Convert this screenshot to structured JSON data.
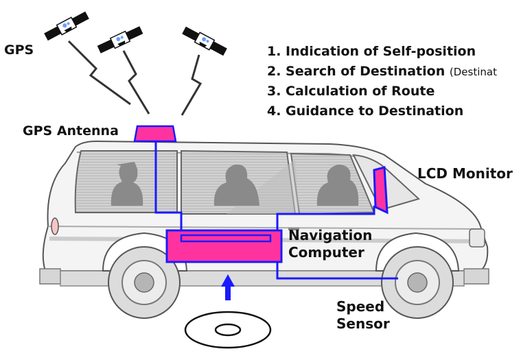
{
  "labels": {
    "gps": "GPS",
    "gps_antenna": "GPS Antenna",
    "lcd_monitor": "LCD Monitor",
    "nav_computer_line1": "Navigation",
    "nav_computer_line2": "Computer",
    "speed_sensor_line1": "Speed",
    "speed_sensor_line2": "Sensor"
  },
  "steps": [
    {
      "text": "1. Indication of Self-position",
      "note": ""
    },
    {
      "text": "2. Search of Destination",
      "note": "(Destinat"
    },
    {
      "text": "3. Calculation of Route",
      "note": ""
    },
    {
      "text": "4. Guidance to Destination",
      "note": ""
    }
  ],
  "colors": {
    "device_fill": "#ff33a0",
    "wiring": "#1a1aff",
    "signal_line": "#333333",
    "van_body": "#f4f4f4",
    "window_glass": "#cfcfcf",
    "trim": "#bdbdbd"
  }
}
